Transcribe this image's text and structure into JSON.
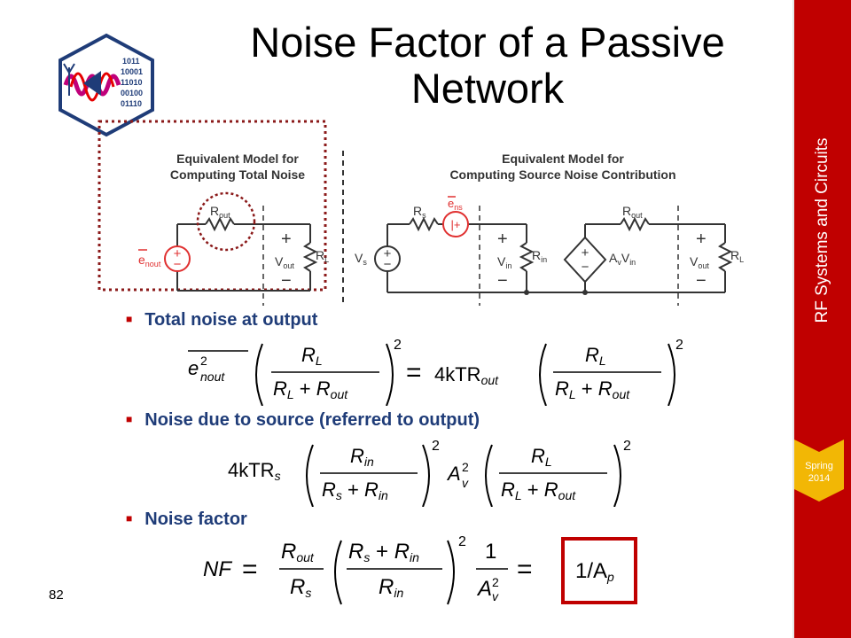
{
  "slide": {
    "title_line1": "Noise Factor of a Passive",
    "title_line2": "Network",
    "course": "RF Systems and Circuits",
    "season_line1": "Spring",
    "season_line2": "2014",
    "page_number": "82"
  },
  "logo": {
    "bits": [
      "1011",
      "10001",
      "11010",
      "00100",
      "01110"
    ]
  },
  "colors": {
    "accent_red": "#c00000",
    "heading_blue": "#1f3c78",
    "dotted_box": "#8b1a1a",
    "season_gold": "#f2b705"
  },
  "diagram": {
    "left_header_line1": "Equivalent Model for",
    "left_header_line2": "Computing Total Noise",
    "right_header_line1": "Equivalent Model for",
    "right_header_line2": "Computing Source Noise Contribution",
    "labels": {
      "R": "R",
      "out": "out",
      "in": "in",
      "s": "s",
      "L": "L",
      "ns": "ns",
      "nout": "nout",
      "e": "e",
      "V": "V",
      "A": "A",
      "v": "v",
      "plus": "+",
      "minus": "−"
    }
  },
  "bullets": [
    {
      "label": "Total noise at output"
    },
    {
      "label": "Noise due to source (referred to output)"
    },
    {
      "label": "Noise factor"
    }
  ],
  "equations": {
    "eq1_rhs_coef": "4kTR",
    "eq2_coef": "4kTR",
    "nf": "NF",
    "one": "1",
    "result": "1/A",
    "result_sub": "p",
    "two": "2",
    "equals": "="
  }
}
